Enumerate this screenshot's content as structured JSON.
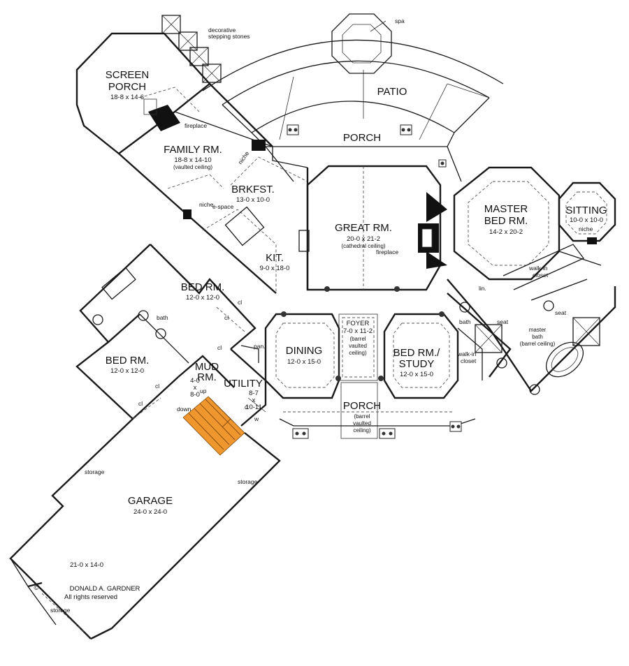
{
  "accent_color": "#f0962e",
  "rooms": {
    "screen_porch": {
      "name_line1": "SCREEN",
      "name_line2": "PORCH",
      "dims": "18-8 x 14-6"
    },
    "family": {
      "name": "FAMILY RM.",
      "dims": "18-8 x 14-10",
      "note": "(vaulted ceiling)"
    },
    "brkfst": {
      "name": "BRKFST.",
      "dims": "13-0 x 10-0"
    },
    "kit": {
      "name": "KIT.",
      "dims": "9-0 x 18-0"
    },
    "great": {
      "name": "GREAT RM.",
      "dims": "20-0 x 21-2",
      "note": "(cathedral ceiling)"
    },
    "master": {
      "name_line1": "MASTER",
      "name_line2": "BED RM.",
      "dims": "14-2 x 20-2"
    },
    "sitting": {
      "name": "SITTING",
      "dims": "10-0 x 10-0"
    },
    "bed1": {
      "name": "BED RM.",
      "dims": "12-0 x 12-0"
    },
    "bed2": {
      "name": "BED RM.",
      "dims": "12-0 x 12-0"
    },
    "dining": {
      "name": "DINING",
      "dims": "12-0 x 15-0"
    },
    "foyer": {
      "name": "FOYER",
      "dims": "7-0 x 11-2",
      "note1": "(barrel",
      "note2": "vaulted",
      "note3": "ceiling)"
    },
    "study": {
      "name_line1": "BED RM./",
      "name_line2": "STUDY",
      "dims": "12-0 x 15-0"
    },
    "mud": {
      "name_line1": "MUD",
      "name_line2": "RM.",
      "dims1": "4-0",
      "dims2": "x",
      "dims3": "8-0"
    },
    "utility": {
      "name": "UTILITY",
      "dims1": "8-7",
      "dims2": "x",
      "dims3": "10-11"
    },
    "front_porch": {
      "name": "PORCH",
      "note1": "(barrel",
      "note2": "vaulted",
      "note3": "ceiling)"
    },
    "rear_porch": {
      "name": "PORCH"
    },
    "patio": {
      "name": "PATIO"
    },
    "garage": {
      "name": "GARAGE",
      "dims": "24-0 x 24-0",
      "dims2": "21-0 x 14-0"
    },
    "master_bath": {
      "name": "master",
      "line2": "bath",
      "line3": "(barrel ceiling)"
    }
  },
  "notes": {
    "stepping_stones_1": "decorative",
    "stepping_stones_2": "stepping stones",
    "spa": "spa",
    "fireplace_family": "fireplace",
    "fireplace_great": "fireplace",
    "niche_family": "niche",
    "niche_kitchen": "niche",
    "niche_sitting": "niche",
    "espace": "e-space",
    "walkin_master_1": "walk-in",
    "walkin_master_2": "closet",
    "walkin_study_1": "walk-in",
    "walkin_study_2": "closet",
    "lin": "lin.",
    "bath_study": "bath",
    "bath_bed": "bath",
    "seat1": "seat",
    "seat2": "seat",
    "pan": "pan.",
    "cl1": "cl",
    "cl2": "cl",
    "cl3": "cl",
    "cl4": "cl",
    "cl5": "cl",
    "up": "up",
    "down": "down",
    "d": "d",
    "w": "w",
    "storage1": "storage",
    "storage2": "storage",
    "storage3": "storage"
  },
  "credit": {
    "symbol": "©",
    "name": "DONALD A. GARDNER",
    "rights": "All rights reserved"
  }
}
